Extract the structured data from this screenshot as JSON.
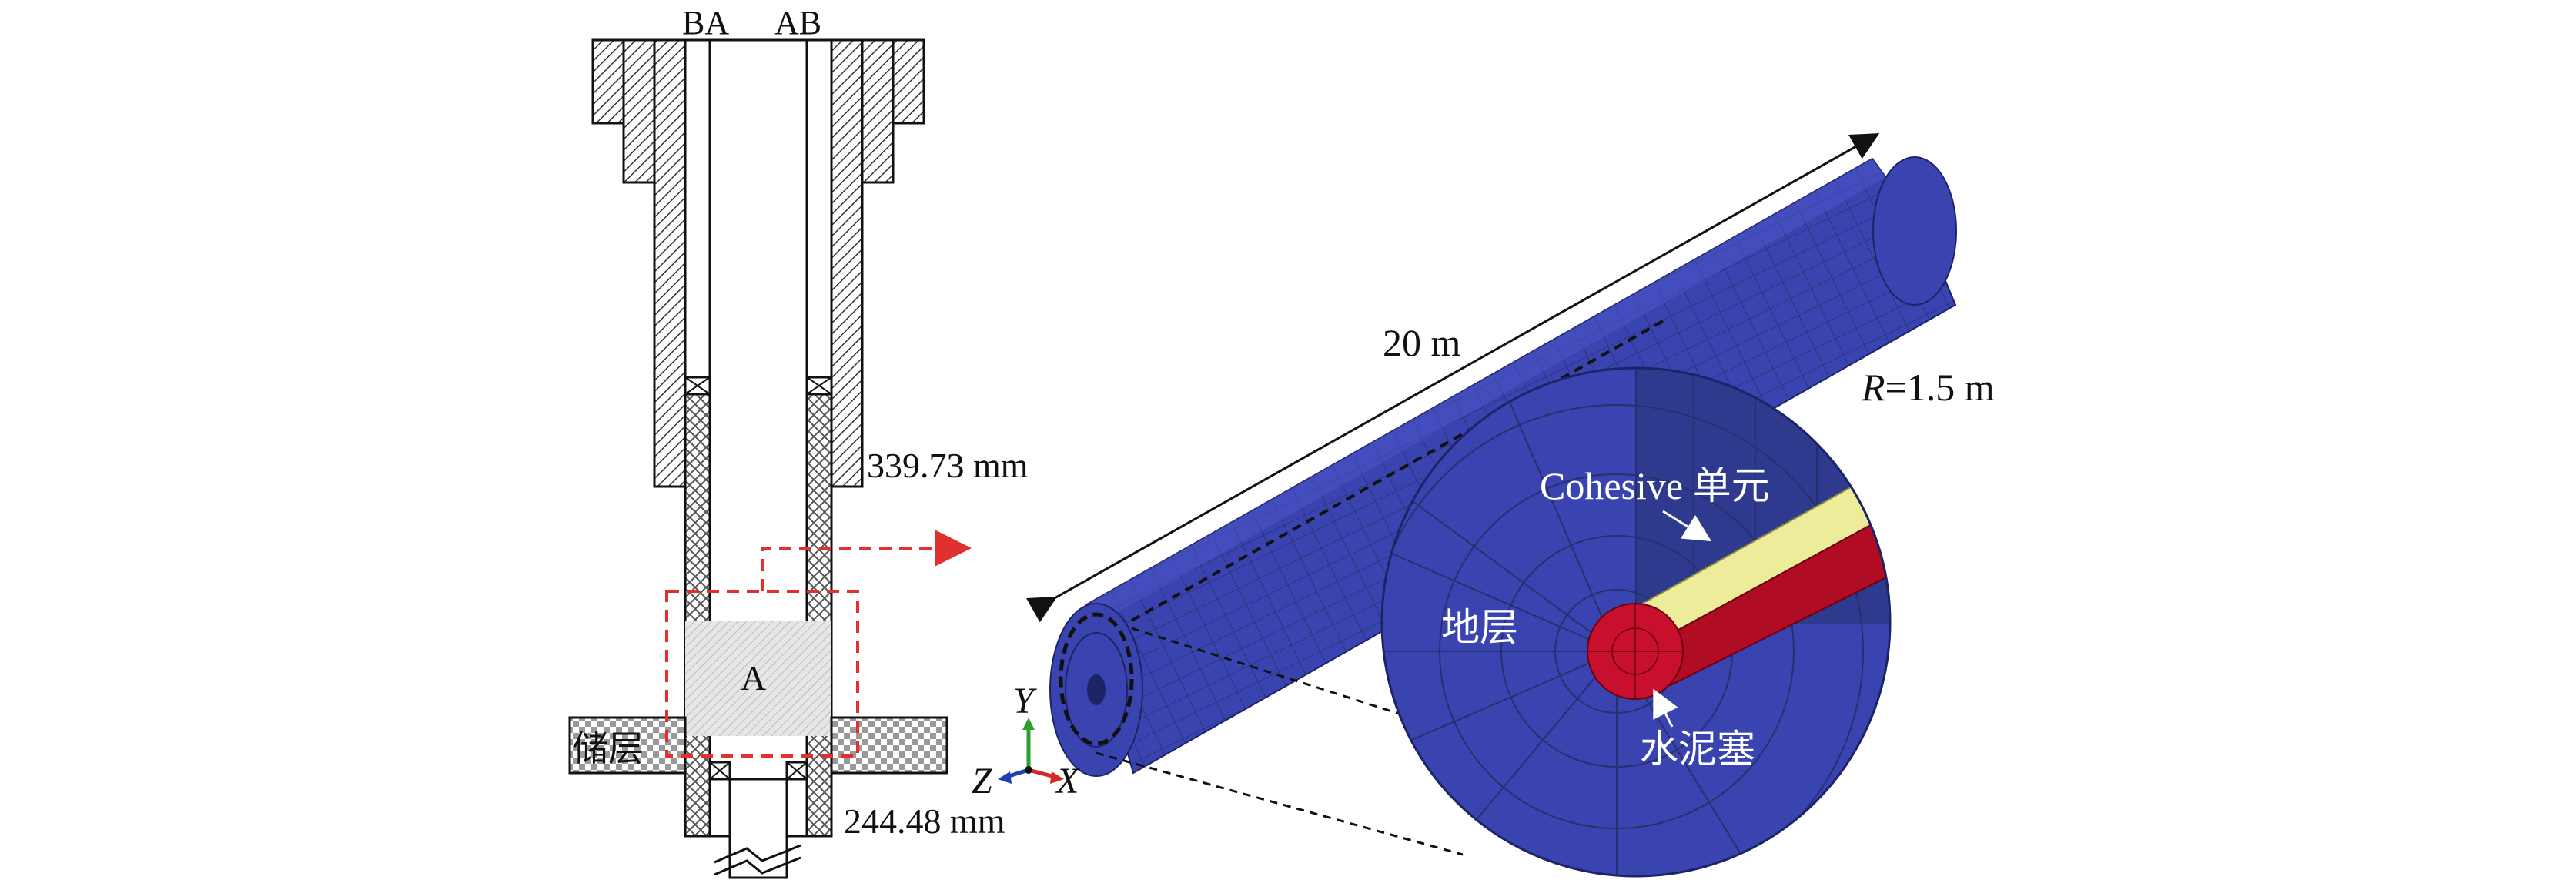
{
  "schematic": {
    "top_labels": {
      "left": "BA",
      "right": "AB"
    },
    "casing_outer": "339.73 mm",
    "casing_inner": "244.48 mm",
    "plug_label": "A",
    "reservoir_label": "储层"
  },
  "model": {
    "length_label": "20 m",
    "radius_symbol": "R",
    "radius_value": "=1.5 m",
    "formation_label": "地层",
    "cohesive_label": "Cohesive 单元",
    "cement_plug_label": "水泥塞",
    "axes": {
      "x": "X",
      "y": "Y",
      "z": "Z"
    }
  },
  "colors": {
    "mesh_blue": "#3a44b0",
    "cement_red": "#c8102e",
    "cohesive_yellow": "#ecec9a",
    "highlight_red": "#e03030",
    "hatch_gray": "#555555"
  }
}
